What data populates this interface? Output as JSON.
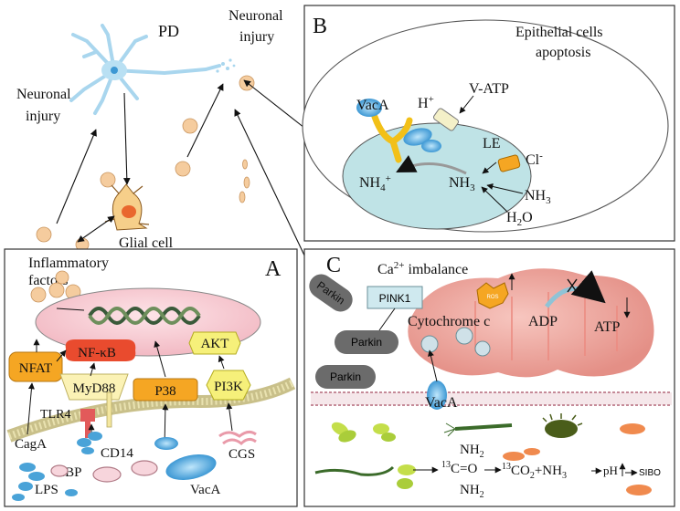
{
  "top": {
    "pd_label": "PD",
    "neuronal_injury_left": [
      "Neuronal",
      "injury"
    ],
    "neuronal_injury_right": [
      "Neuronal",
      "injury"
    ],
    "glial_cell": "Glial cell"
  },
  "panel_a": {
    "letter": "A",
    "inflammatory_factors": [
      "Inflammatory",
      "factors"
    ],
    "nfat": "NFAT",
    "nfkb": "NF-κB",
    "myd88": "MyD88",
    "p38": "P38",
    "akt": "AKT",
    "pi3k": "PI3K",
    "tlr4": "TLR4",
    "caga": "CagA",
    "cd14": "CD14",
    "lbp": "LBP",
    "lps": "LPS",
    "vaca": "VacA",
    "cgs": "CGS"
  },
  "panel_b": {
    "letter": "B",
    "epithelial": [
      "Epithelial cells",
      "apoptosis"
    ],
    "vaca": "VacA",
    "h_plus": "H",
    "h_sup": "+",
    "vatp": "V-ATP",
    "le": "LE",
    "cl": "Cl",
    "cl_sup": "-",
    "nh4": "NH",
    "nh4_sub": "4",
    "nh4_sup": "+",
    "nh3_center": "NH",
    "nh3_center_sub": "3",
    "nh3_right": "NH",
    "nh3_right_sub": "3",
    "h2o": "H",
    "h2o_sub": "2",
    "h2o_end": "O"
  },
  "panel_c": {
    "letter": "C",
    "ca_imbalance": "Ca",
    "ca_sup": "2+",
    "ca_rest": " imbalance",
    "parkin_1": "Parkin",
    "pink1": "PINK1",
    "parkin_2": "Parkin",
    "parkin_3": "Parkin",
    "ros": "ROS",
    "cytochrome": "Cytochrome c",
    "adp": "ADP",
    "atp": "ATP",
    "vaca": "VacA",
    "urea_nh2_top": "NH",
    "urea_nh2_top_sub": "2",
    "urea_13": "13",
    "urea_co": "C=O",
    "urea_nh2_bottom": "NH",
    "urea_nh2_bottom_sub": "2",
    "products_13": "13",
    "products_co2": "CO",
    "products_co2_sub": "2",
    "products_nh3": "+NH",
    "products_nh3_sub": "3",
    "ph": "pH",
    "sibo": "SIBO"
  },
  "colors": {
    "neuron_blue": "#a9d6ee",
    "bacteria_blue": "#4aa3d8",
    "cell_teal": "#bfe3e6",
    "nucleus_pink": "#f7c9d0",
    "nfkb_red": "#e94b2e",
    "box_orange": "#f5a623",
    "yellow_box": "#f6f07a",
    "mito": "#f0a9a2",
    "parkin_gray": "#6b6b6b",
    "pink1_blue": "#cfe9ef"
  }
}
